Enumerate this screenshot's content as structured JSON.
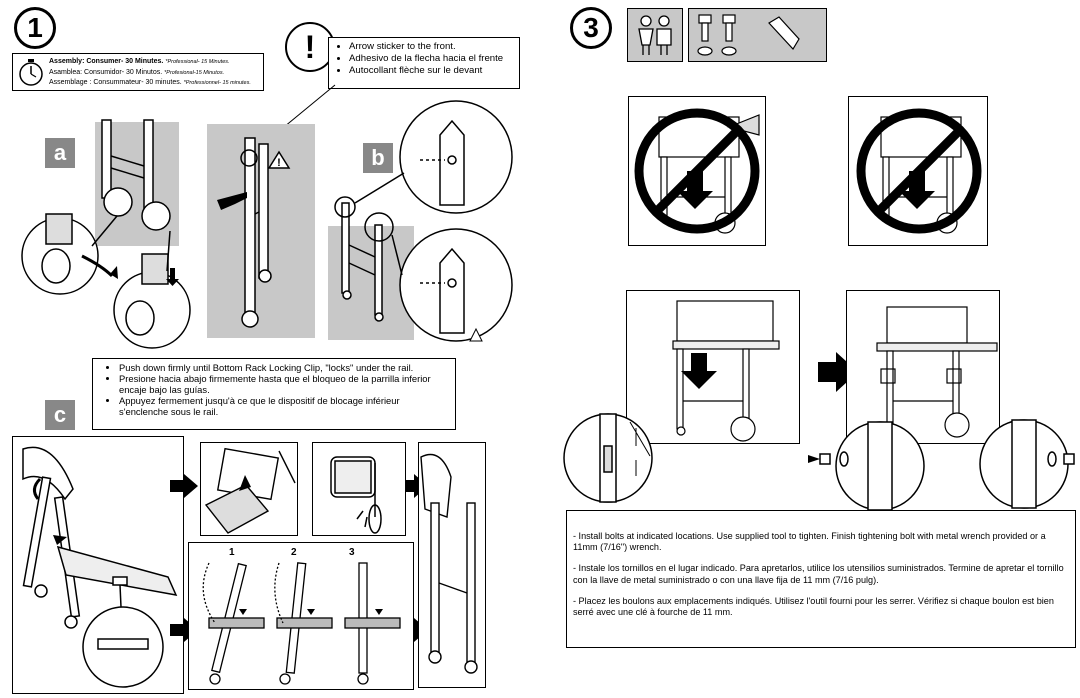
{
  "step1": {
    "number": "1",
    "assembly": {
      "line1_bold": "Assembly: Consumer- 30 Minutes.",
      "line1_small": "*Professional- 15 Minutes.",
      "line2": "Asamblea: Consumidor- 30 Minutos.",
      "line2_small": "*Profesional-15 Minutos.",
      "line3": "Assemblage : Consummateur- 30 minutes.",
      "line3_small": "*Professionnel- 15 minutes."
    },
    "callout": {
      "icon": "exclamation-icon",
      "items": [
        "Arrow sticker to the front.",
        "Adhesivo de la flecha hacia el frente",
        "Autocollant flèche sur le devant"
      ]
    },
    "panels": {
      "a": "a",
      "b": "b",
      "c": "c"
    },
    "rack_clip_note": [
      "Push down firmly until Bottom Rack Locking Clip, \"locks\" under the rail.",
      "Presione hacia abajo firmemente hasta que el bloqueo de la parrilla inferior encaje bajo las guías.",
      "Appuyez fermement jusqu'à ce que le dispositif de blocage inférieur s'enclenche sous le rail."
    ],
    "sequence_labels": [
      "1",
      "2",
      "3"
    ]
  },
  "step3": {
    "number": "3",
    "parts_icons": [
      "two-people-icon",
      "bolt-icon",
      "bolt-icon",
      "washer-icon",
      "washer-icon",
      "wrench-tool-icon"
    ],
    "instructions": [
      "- Install bolts at indicated locations. Use supplied tool to tighten. Finish tightening bolt with metal wrench provided or a 11mm (7/16\") wrench.",
      "- Instale los tornillos en el lugar indicado. Para apretarlos, utilice los utensilios suministrados. Termine de apretar el tornillo con la llave de metal suministrado o con una llave fija de 11 mm (7/16 pulg).",
      "- Placez les boulons aux emplacements indiqués. Utilisez l'outil fourni pour les serrer. Vérifiez si chaque boulon est bien serré avec une clé à fourche de 11 mm."
    ]
  },
  "colors": {
    "panel_gray": "#c8c8c8",
    "letter_gray": "#888888",
    "ink": "#000000"
  }
}
